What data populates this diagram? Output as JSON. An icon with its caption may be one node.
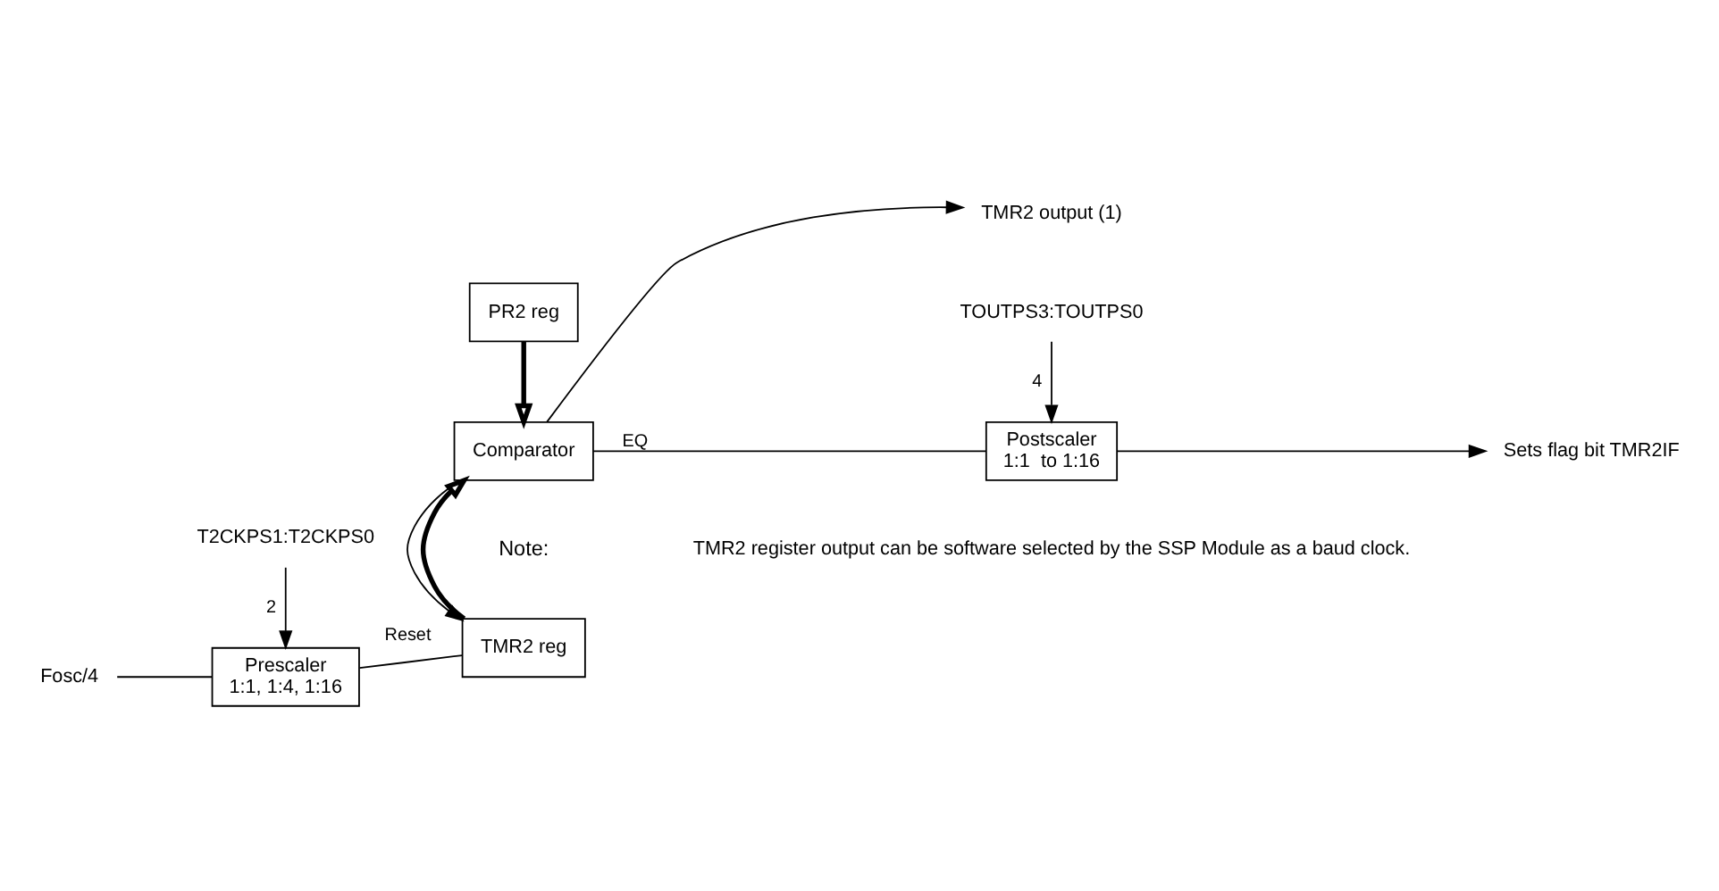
{
  "diagram": {
    "nodes": [
      {
        "text": [
          "Fosc/4"
        ]
      },
      {
        "text": [
          "Prescaler",
          "1:1, 1:4, 1:16"
        ]
      },
      {
        "text": [
          "T2CKPS1:T2CKPS0"
        ]
      },
      {
        "text": [
          "TMR2 reg"
        ]
      },
      {
        "text": [
          "Comparator"
        ]
      },
      {
        "text": [
          "PR2 reg"
        ]
      },
      {
        "text": [
          "Postscaler",
          "1:1  to 1:16"
        ]
      },
      {
        "text": [
          "TOUTPS3:TOUTPS0"
        ]
      },
      {
        "text": [
          "TMR2 output (1)"
        ]
      },
      {
        "text": [
          "Sets flag bit TMR2IF"
        ]
      }
    ],
    "edges": [
      {
        "from": 0,
        "to": 1,
        "arrow": "none"
      },
      {
        "from": 1,
        "to": 3,
        "arrow": "none"
      },
      {
        "from": 2,
        "to": 1,
        "arrow": "to",
        "label": "2"
      },
      {
        "from": 3,
        "to": 4,
        "arrow": "to",
        "style": "thick"
      },
      {
        "from": 5,
        "to": 4,
        "arrow": "to",
        "style": "thick"
      },
      {
        "from": 4,
        "to": 3,
        "arrow": "to",
        "label": "Reset"
      },
      {
        "from": 4,
        "to": 8,
        "arrow": "to"
      },
      {
        "from": 4,
        "to": 6,
        "arrow": "none",
        "label": "EQ"
      },
      {
        "from": 6,
        "to": 9,
        "arrow": "to"
      },
      {
        "from": 7,
        "to": 6,
        "arrow": "to",
        "label": "4"
      }
    ],
    "labels": [
      "Note:",
      "TMR2 register output can be software selected by the SSP Module as a baud clock."
    ]
  }
}
